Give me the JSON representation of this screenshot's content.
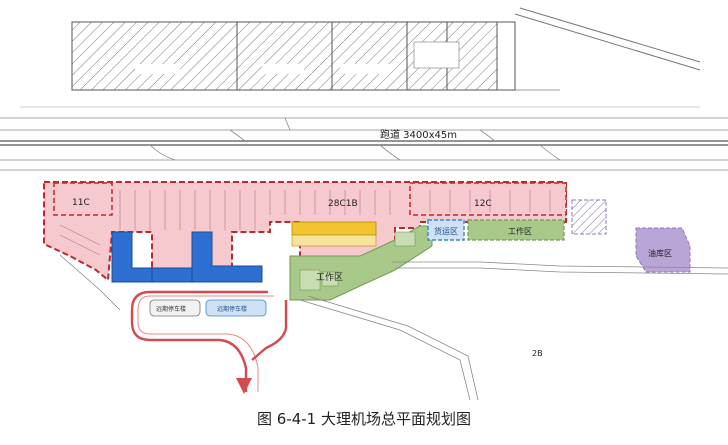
{
  "caption": "图 6-4-1  大理机场总平面规划图",
  "runway": {
    "label": "跑道 3400x45m"
  },
  "zones": {
    "zone_11c": "11C",
    "zone_28c1b": "28C1B",
    "zone_12c": "12C",
    "work_area_main": "工作区",
    "work_area_east": "工作区",
    "cargo_area": "货运区",
    "fuel_area": "油库区",
    "north_area_label": "2B"
  },
  "parking": {
    "lot_1": "远期停车楼",
    "lot_2": "远期停车楼"
  },
  "colors": {
    "airfield_pink": "#f6c9cf",
    "boundary_red": "#c0282d",
    "terminal_blue": "#2c6fd1",
    "work_green": "#a9c98a",
    "cargo_blue": "#3f88cf",
    "fuel_purple": "#b9a5d6",
    "apron_yellow": "#f2c431",
    "road_red": "#d44a4f",
    "hatch_gray": "#8c8c8c"
  }
}
